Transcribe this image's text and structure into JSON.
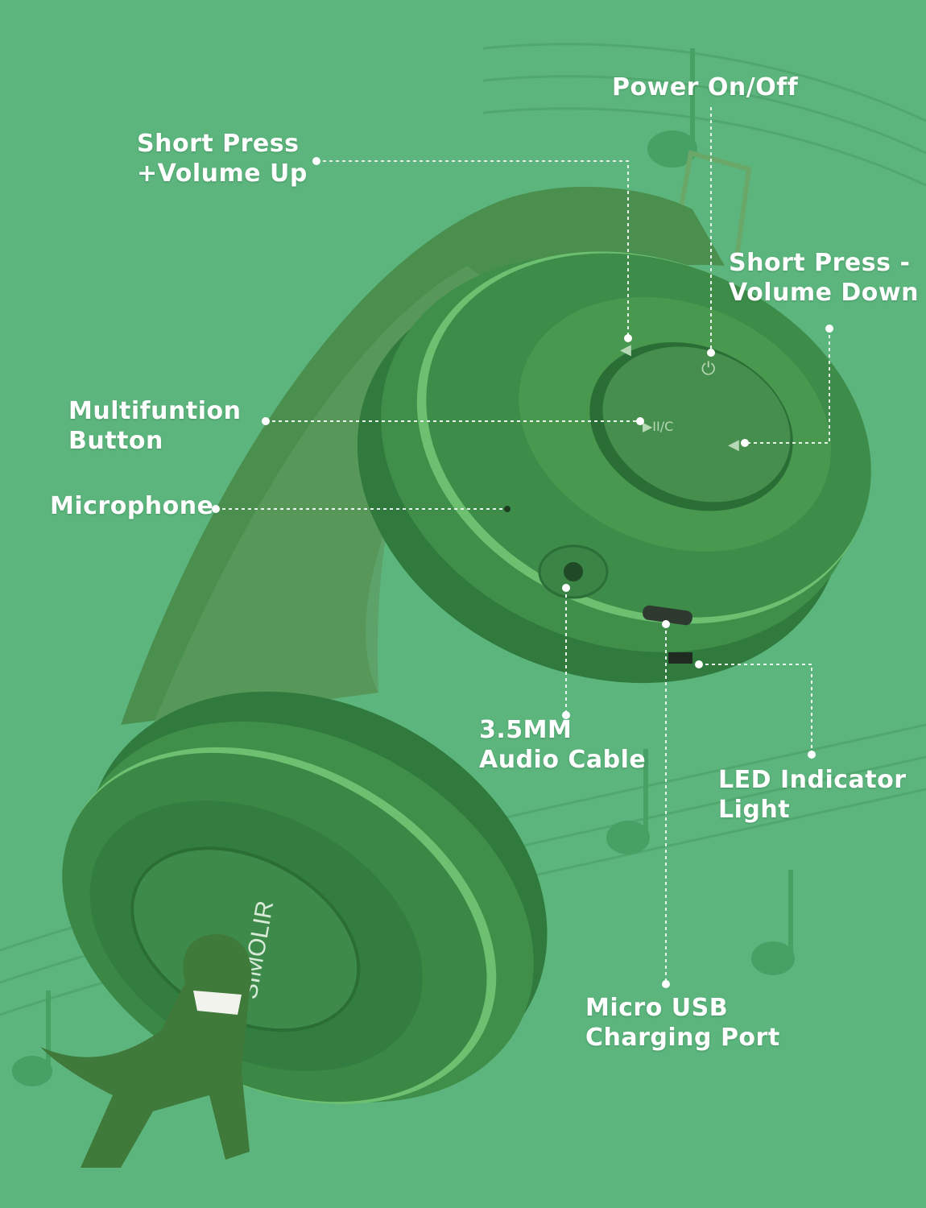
{
  "colors": {
    "background": "#5cb57d",
    "headphone_dark": "#2f7a3c",
    "headphone_mid": "#3f8f4b",
    "headphone_light": "#6cc070",
    "label_text": "#ffffff"
  },
  "brand_logo": "SIMOLIR",
  "labels": {
    "power": [
      "Power On/Off"
    ],
    "volume_up": [
      "Short Press",
      "+Volume Up"
    ],
    "volume_down": [
      "Short Press -",
      "Volume Down"
    ],
    "multifunction": [
      "Multifuntion",
      "Button"
    ],
    "microphone": [
      "Microphone"
    ],
    "audio_cable": [
      "3.5MM",
      "Audio Cable"
    ],
    "led": [
      "LED Indicator",
      "Light"
    ],
    "usb": [
      "Micro USB",
      "Charging Port"
    ]
  },
  "icons": [
    "volume-up-icon",
    "power-icon",
    "play-pause-icon",
    "volume-down-icon",
    "music-note-icon",
    "dinosaur-figure"
  ]
}
